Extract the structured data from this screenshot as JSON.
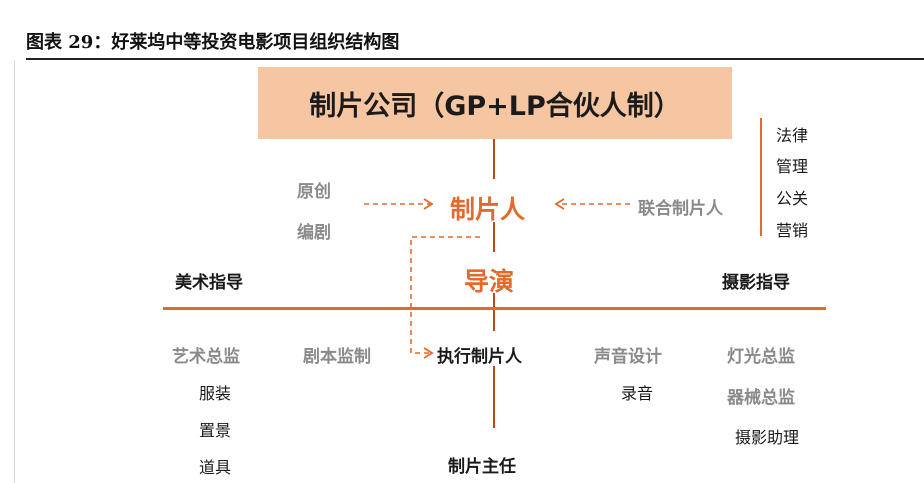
{
  "header": {
    "figure_title": "图表 29：好莱坞中等投资电影项目组织结构图"
  },
  "diagram": {
    "top_box": "制片公司（GP+LP合伙人制）",
    "right_functions": [
      "法律",
      "管理",
      "公关",
      "营销"
    ],
    "left_inputs": [
      "原创",
      "编剧"
    ],
    "right_input": "联合制片人",
    "producer": "制片人",
    "director": "导演",
    "art_director": "美术指导",
    "photography_director": "摄影指导",
    "bottom_row": {
      "art_supervisor": "艺术总监",
      "script_supervisor": "剧本监制",
      "executive_producer": "执行制片人",
      "sound_design": "声音设计",
      "lighting_supervisor": "灯光总监"
    },
    "art_sub": [
      "服装",
      "置景",
      "道具"
    ],
    "sound_sub": [
      "录音"
    ],
    "equipment_supervisor": "器械总监",
    "camera_assistant": "摄影助理",
    "production_manager": "制片主任"
  },
  "colors": {
    "accent": "#e26a2c",
    "box_fill": "#f6c6a3",
    "line_dark": "#b84a1a",
    "gray_text": "#8a8a8a"
  }
}
